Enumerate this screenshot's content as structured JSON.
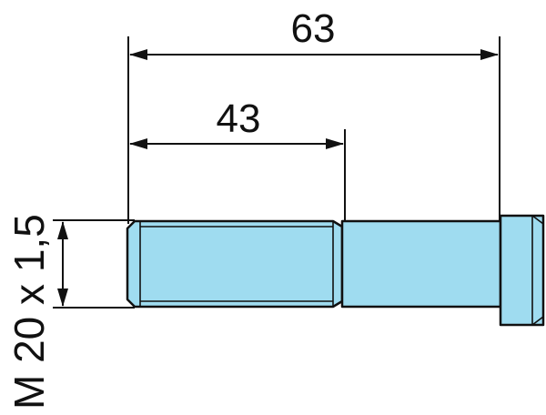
{
  "drawing": {
    "dimensions": {
      "overall_length": "63",
      "thread_length": "43"
    },
    "thread_spec": "M 20 x 1,5"
  },
  "colors": {
    "part_fill": "#9fdcf0",
    "outline": "#111111",
    "background": "#ffffff"
  }
}
